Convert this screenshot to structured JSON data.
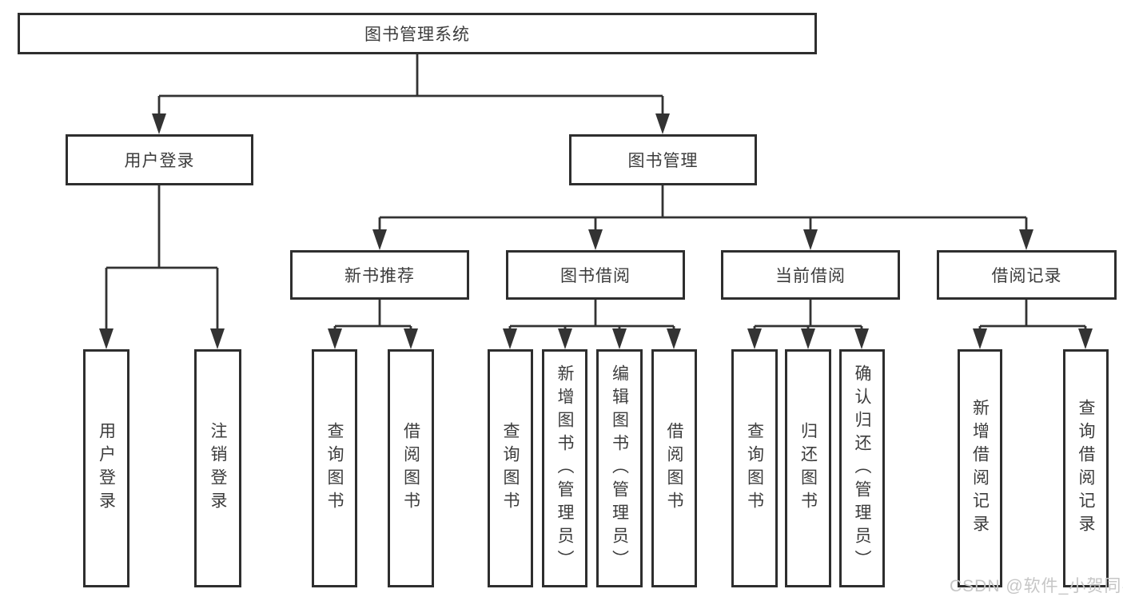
{
  "diagram": {
    "root": "图书管理系统",
    "level2": {
      "user_login": "用户登录",
      "book_mgmt": "图书管理"
    },
    "level3": {
      "new_books": "新书推荐",
      "book_borrow": "图书借阅",
      "current_borrow": "当前借阅",
      "borrow_records": "借阅记录"
    },
    "leaves": {
      "user_login": [
        "用户登录",
        "注销登录"
      ],
      "new_books": [
        "查询图书",
        "借阅图书"
      ],
      "book_borrow": [
        "查询图书",
        "新增图书（管理员）",
        "编辑图书（管理员）",
        "借阅图书"
      ],
      "current_borrow": [
        "查询图书",
        "归还图书",
        "确认归还（管理员）"
      ],
      "borrow_records": [
        "新增借阅记录",
        "查询借阅记录"
      ]
    }
  },
  "watermark": "CSDN @软件_小贺同学",
  "colors": {
    "line": "#333333",
    "box_border": "#2e2e2e",
    "text": "#3c3c3c",
    "watermark": "#c6c6c6",
    "background": "#ffffff"
  }
}
